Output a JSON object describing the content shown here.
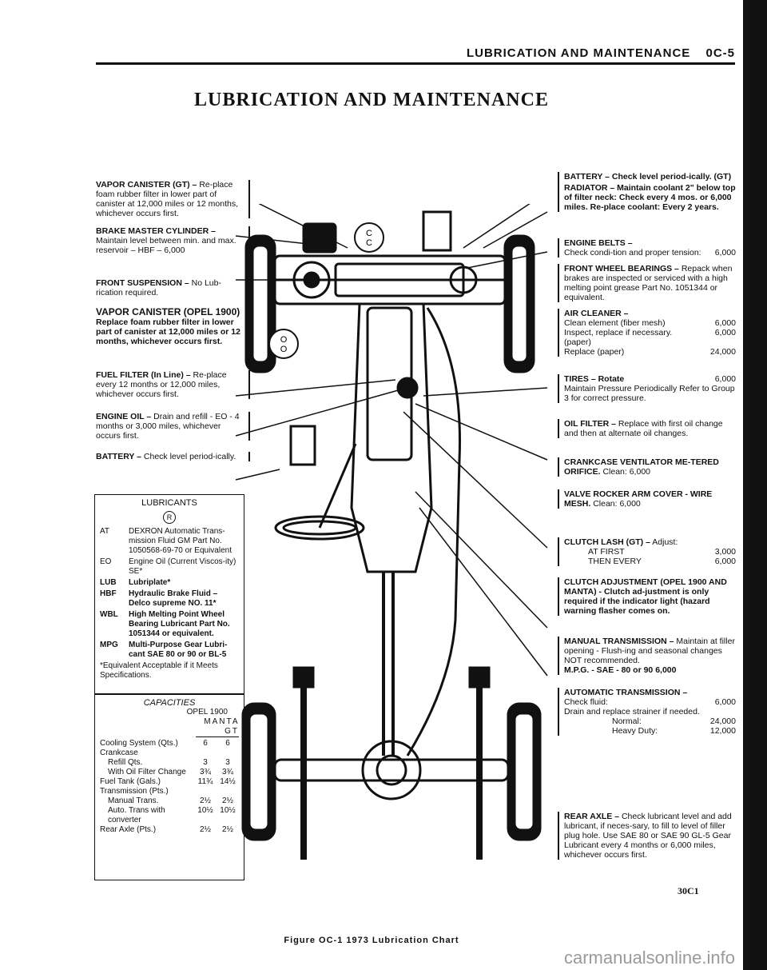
{
  "header": {
    "text": "LUBRICATION AND MAINTENANCE",
    "page": "0C-5"
  },
  "title": "LUBRICATION AND MAINTENANCE",
  "left_notes": [
    {
      "head": "VAPOR CANISTER (GT) –",
      "body": "Re-place foam rubber filter in lower part of canister at 12,000 miles or 12 months, whichever occurs first."
    },
    {
      "head": "BRAKE MASTER CYLINDER –",
      "body": "Maintain level between min. and max. reservoir – HBF – 6,000"
    },
    {
      "head": "FRONT SUSPENSION –",
      "body": "No Lub-rication required."
    },
    {
      "head": "VAPOR CANISTER (OPEL 1900)",
      "body": "Replace foam rubber filter in lower part of canister at 12,000 miles or 12 months, whichever occurs first."
    },
    {
      "head": "FUEL FILTER (In Line) –",
      "body": "Re-place every 12 months or 12,000 miles, whichever occurs first."
    },
    {
      "head": "ENGINE OIL –",
      "body": "Drain and refill - EO - 4 months or 3,000 miles, whichever occurs first."
    },
    {
      "head": "BATTERY –",
      "body": "Check level period-ically."
    }
  ],
  "right_notes": {
    "battery": {
      "head": "BATTERY –",
      "body": "Check level period-ically. (GT)"
    },
    "radiator": {
      "head": "RADIATOR –",
      "body": "Maintain coolant 2\" below top of filter neck: Check every 4 mos. or 6,000 miles. Re-place coolant: Every 2 years."
    },
    "belts": {
      "head": "ENGINE BELTS –",
      "body": "Check condi-tion and proper tension:",
      "value": "6,000"
    },
    "bearings": {
      "head": "FRONT WHEEL BEARINGS –",
      "body": "Repack when brakes are inspected or serviced with a high melting point grease Part No. 1051344 or equivalent."
    },
    "air": {
      "head": "AIR CLEANER –",
      "line1": "Clean element (fiber mesh)",
      "v1": "6,000",
      "line2": "Inspect, replace if necessary. (paper)",
      "v2": "6,000",
      "line3": "Replace (paper)",
      "v3": "24,000"
    },
    "tires": {
      "head": "TIRES – Rotate",
      "value": "6,000",
      "body": "Maintain Pressure Periodically Refer to Group 3 for correct pressure."
    },
    "oil_filter": {
      "head": "OIL FILTER –",
      "body": "Replace with first oil change and then at alternate oil changes."
    },
    "crankcase": {
      "head": "CRANKCASE VENTILATOR ME-TERED ORIFICE.",
      "body": "Clean:",
      "value": "6,000"
    },
    "valve": {
      "head": "VALVE ROCKER ARM COVER - WIRE MESH.",
      "body": "Clean:",
      "value": "6,000"
    },
    "clutch_lash": {
      "head": "CLUTCH LASH (GT) –",
      "body": "Adjust:",
      "l1": "AT FIRST",
      "v1": "3,000",
      "l2": "THEN EVERY",
      "v2": "6,000"
    },
    "clutch_adj": {
      "head": "CLUTCH ADJUSTMENT (OPEL 1900 AND MANTA) -",
      "body": "Clutch ad-justment is only required if the indicator light (hazard warning flasher comes on."
    },
    "manual": {
      "head": "MANUAL TRANSMISSION –",
      "body": "Maintain at filler opening - Flush-ing and seasonal changes NOT recommended.",
      "mpg": "M.P.G. - SAE - 80 or 90",
      "value": "6,000"
    },
    "auto": {
      "head": "AUTOMATIC TRANSMISSION –",
      "check": "Check fluid:",
      "check_v": "6,000",
      "drain": "Drain and replace strainer if needed.",
      "normal": "Normal:",
      "normal_v": "24,000",
      "heavy": "Heavy Duty:",
      "heavy_v": "12,000"
    },
    "rear": {
      "head": "REAR AXLE –",
      "body": "Check lubricant level and add lubricant, if neces-sary, to fill to level of filler plug hole. Use SAE 80 or SAE 90 GL-5 Gear Lubricant every 4 months or 6,000 miles, whichever occurs first."
    }
  },
  "lubricants": {
    "title": "LUBRICANTS",
    "symbol": "R",
    "items": [
      {
        "code": "AT",
        "text": "DEXRON Automatic Trans-mission Fluid GM Part No. 1050568-69-70 or Equivalent"
      },
      {
        "code": "EO",
        "text": "Engine Oil (Current Viscos-ity) SE*"
      },
      {
        "code": "LUB",
        "text": "Lubriplate*"
      },
      {
        "code": "HBF",
        "text": "Hydraulic Brake Fluid – Delco supreme NO. 11*"
      },
      {
        "code": "WBL",
        "text": "High Melting Point Wheel Bearing Lubricant Part No. 1051344 or equivalent."
      },
      {
        "code": "MPG",
        "text": "Multi-Purpose Gear Lubri-cant SAE 80 or 90 or BL-5"
      }
    ],
    "footnote": "*Equivalent Acceptable if it Meets Specifications."
  },
  "capacities": {
    "title": "CAPACITIES",
    "col1": "OPEL 1900",
    "col2a": "MANTA",
    "col2b": "GT",
    "rows": [
      {
        "label": "Cooling System (Qts.)",
        "a": "6",
        "b": "6"
      },
      {
        "label": "Crankcase",
        "a": "",
        "b": ""
      },
      {
        "label": "Refill Qts.",
        "a": "3",
        "b": "3"
      },
      {
        "label": "With Oil Filter Change",
        "a": "3¾",
        "b": "3¾"
      },
      {
        "label": "Fuel Tank (Gals.)",
        "a": "11¾",
        "b": "14½"
      },
      {
        "label": "Transmission (Pts.)",
        "a": "",
        "b": ""
      },
      {
        "label": "Manual Trans.",
        "a": "2½",
        "b": "2½"
      },
      {
        "label": "Auto. Trans with converter",
        "a": "10½",
        "b": "10½"
      },
      {
        "label": "Rear Axle (Pts.)",
        "a": "2½",
        "b": "2½"
      }
    ]
  },
  "figure_code": "30C1",
  "caption": "Figure OC-1 1973 Lubrication Chart",
  "watermark": "carmanualsonline.info"
}
